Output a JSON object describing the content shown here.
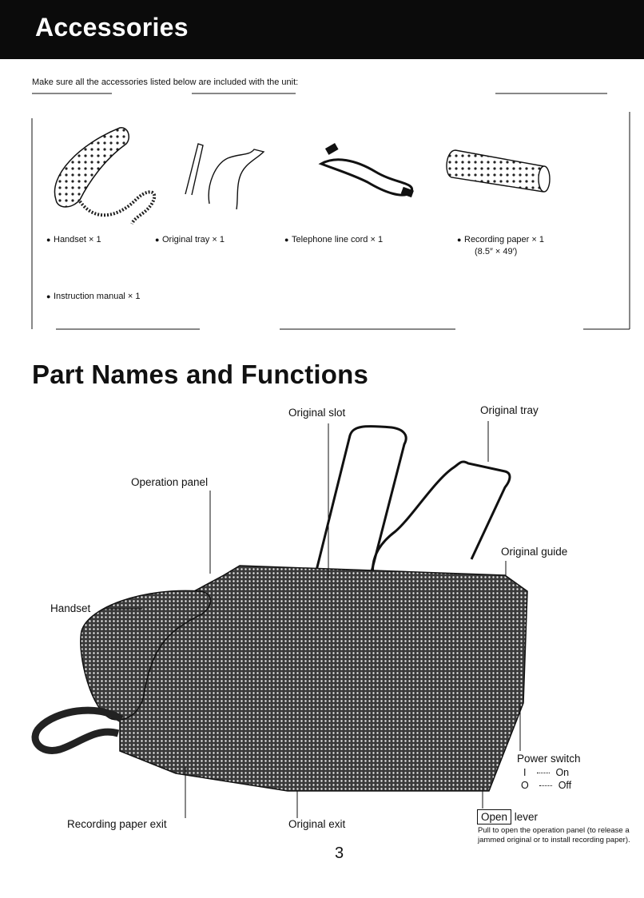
{
  "header": {
    "title": "Accessories"
  },
  "accessories": {
    "intro": "Make sure all the accessories listed below are included with the unit:",
    "items": [
      {
        "label": "Handset × 1",
        "icon": "handset-icon"
      },
      {
        "label": "Original tray × 1",
        "icon": "original-tray-icon"
      },
      {
        "label": "Telephone line cord × 1",
        "icon": "telephone-cord-icon"
      },
      {
        "label": "Recording paper × 1",
        "sublabel": "(8.5″ × 49′)",
        "icon": "recording-paper-icon"
      },
      {
        "label": "Instruction manual × 1"
      }
    ]
  },
  "parts": {
    "title": "Part Names and Functions",
    "labels": {
      "original_slot": "Original slot",
      "original_tray": "Original tray",
      "operation_panel": "Operation panel",
      "original_guide": "Original guide",
      "handset": "Handset",
      "power_switch": "Power switch",
      "power_on_symbol": "I",
      "power_on": "On",
      "power_off_symbol": "O",
      "power_off": "Off",
      "open_button": "Open",
      "open_lever": "lever",
      "open_note": "Pull to open the operation panel (to release a jammed original or to install recording paper).",
      "recording_paper_exit": "Recording paper exit",
      "original_exit": "Original exit"
    }
  },
  "footer": {
    "page_number": "3"
  }
}
